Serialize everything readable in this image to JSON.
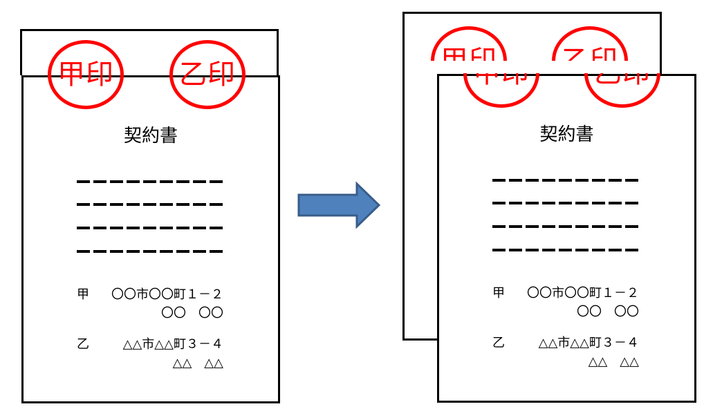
{
  "document": {
    "title": "契約書",
    "placeholder_line_count": 4,
    "parties": [
      {
        "label": "甲",
        "address": "〇〇市〇〇町１－２",
        "name": "〇〇　〇〇"
      },
      {
        "label": "乙",
        "address": "△△市△△町３－４",
        "name": "△△　△△"
      }
    ]
  },
  "seals": [
    {
      "text": "甲印"
    },
    {
      "text": "乙印"
    }
  ],
  "arrow": {
    "icon": "right-arrow"
  },
  "colors": {
    "seal_red": "#ff0000",
    "arrow_fill": "#4f81bd",
    "arrow_outline": "#385d8a",
    "sheet_border": "#000000",
    "page_background": "#ffffff"
  }
}
